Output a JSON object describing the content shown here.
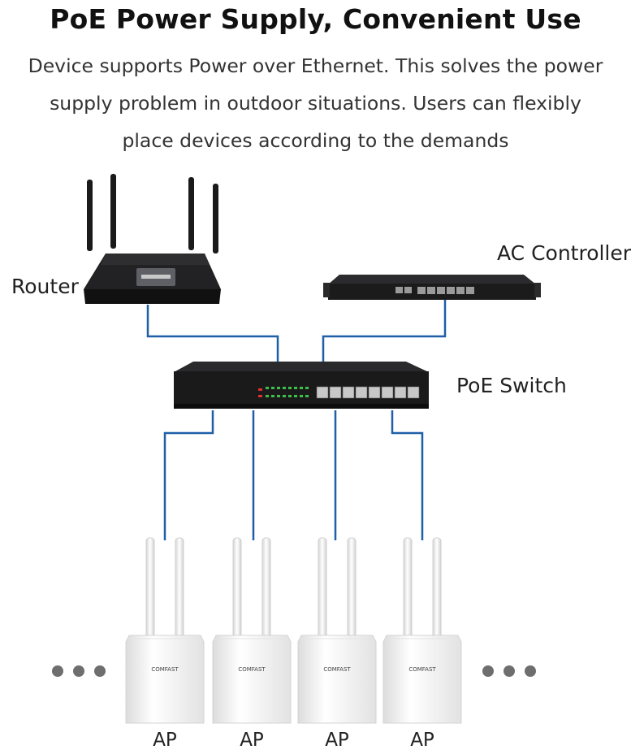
{
  "header": {
    "title": "PoE Power Supply, Convenient Use",
    "description_lines": [
      "Device supports Power over Ethernet. This solves the power",
      "supply problem in outdoor situations. Users can flexibly",
      "place devices according to the demands"
    ]
  },
  "devices": {
    "router": {
      "label": "Router"
    },
    "ac_controller": {
      "label": "AC Controller"
    },
    "poe_switch": {
      "label": "PoE Switch"
    },
    "access_points": [
      {
        "label": "AP",
        "brand": "COMFAST"
      },
      {
        "label": "AP",
        "brand": "COMFAST"
      },
      {
        "label": "AP",
        "brand": "COMFAST"
      },
      {
        "label": "AP",
        "brand": "COMFAST"
      }
    ]
  },
  "colors": {
    "cable": "#1f5fa8",
    "device_dark": "#1c1c1e",
    "ap_body": "#f4f4f4",
    "ellipsis": "#6e6e6e"
  }
}
